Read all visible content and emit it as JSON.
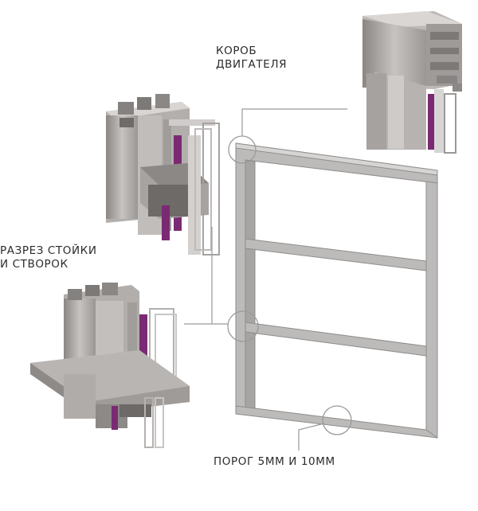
{
  "labels": {
    "motor_box": "КОРОБ\nДВИГАТЕЛЯ",
    "profile_section": "РАЗРЕЗ СТОЙКИ\nИ СТВОРОК",
    "threshold": "ПОРОГ 5ММ И 10ММ"
  },
  "colors": {
    "aluminum_light": "#c9c6c4",
    "aluminum_mid": "#a9a5a3",
    "aluminum_dark": "#7f7b79",
    "seal_purple": "#7a2a72",
    "frame": "#b9b7b6",
    "callout_line": "#9a9a9a"
  }
}
